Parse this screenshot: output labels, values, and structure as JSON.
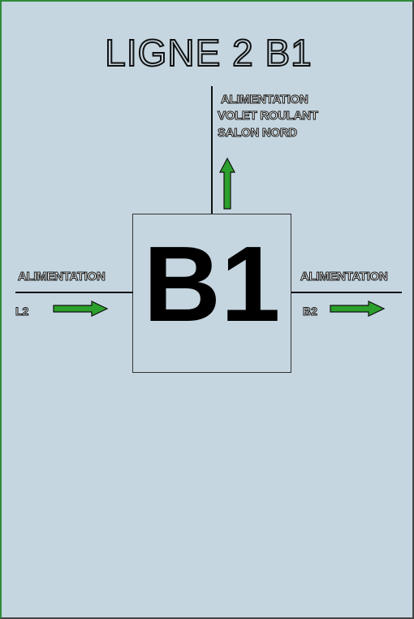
{
  "title": "LIGNE 2 B1",
  "box": {
    "label": "B1"
  },
  "top_output": {
    "lines": [
      "ALIMENTATION",
      "VOLET ROULANT",
      "SALON NORD"
    ]
  },
  "left_input": {
    "label": "ALIMENTATION",
    "sub_label": "L2"
  },
  "right_output": {
    "label": "ALIMENTATION",
    "sub_label": "B2"
  },
  "colors": {
    "background": "#c5d6e0",
    "arrow_fill": "#2ca02c",
    "stroke": "#111111"
  },
  "icons": [
    "arrow-up-icon",
    "arrow-right-icon"
  ]
}
